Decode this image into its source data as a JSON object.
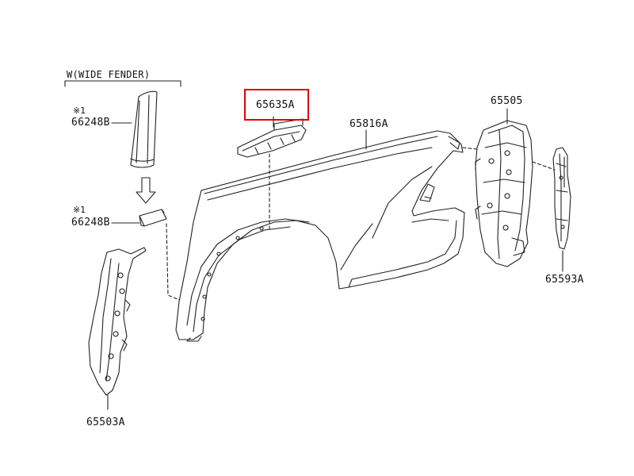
{
  "group_label": "W(WIDE FENDER)",
  "callouts": {
    "note_mark_1": "※1",
    "note_mark_2": "※1",
    "molding_upper": "66248B",
    "molding_lower": "66248B",
    "bracket": "65635A",
    "fender_panel": "65816A",
    "inner_panel": "65505",
    "side_pillar": "65593A",
    "lower_reinforcement": "65503A"
  },
  "highlighted_part": "65635A",
  "colors": {
    "line": "#222222",
    "highlight": "#e00000",
    "background": "#ffffff"
  }
}
